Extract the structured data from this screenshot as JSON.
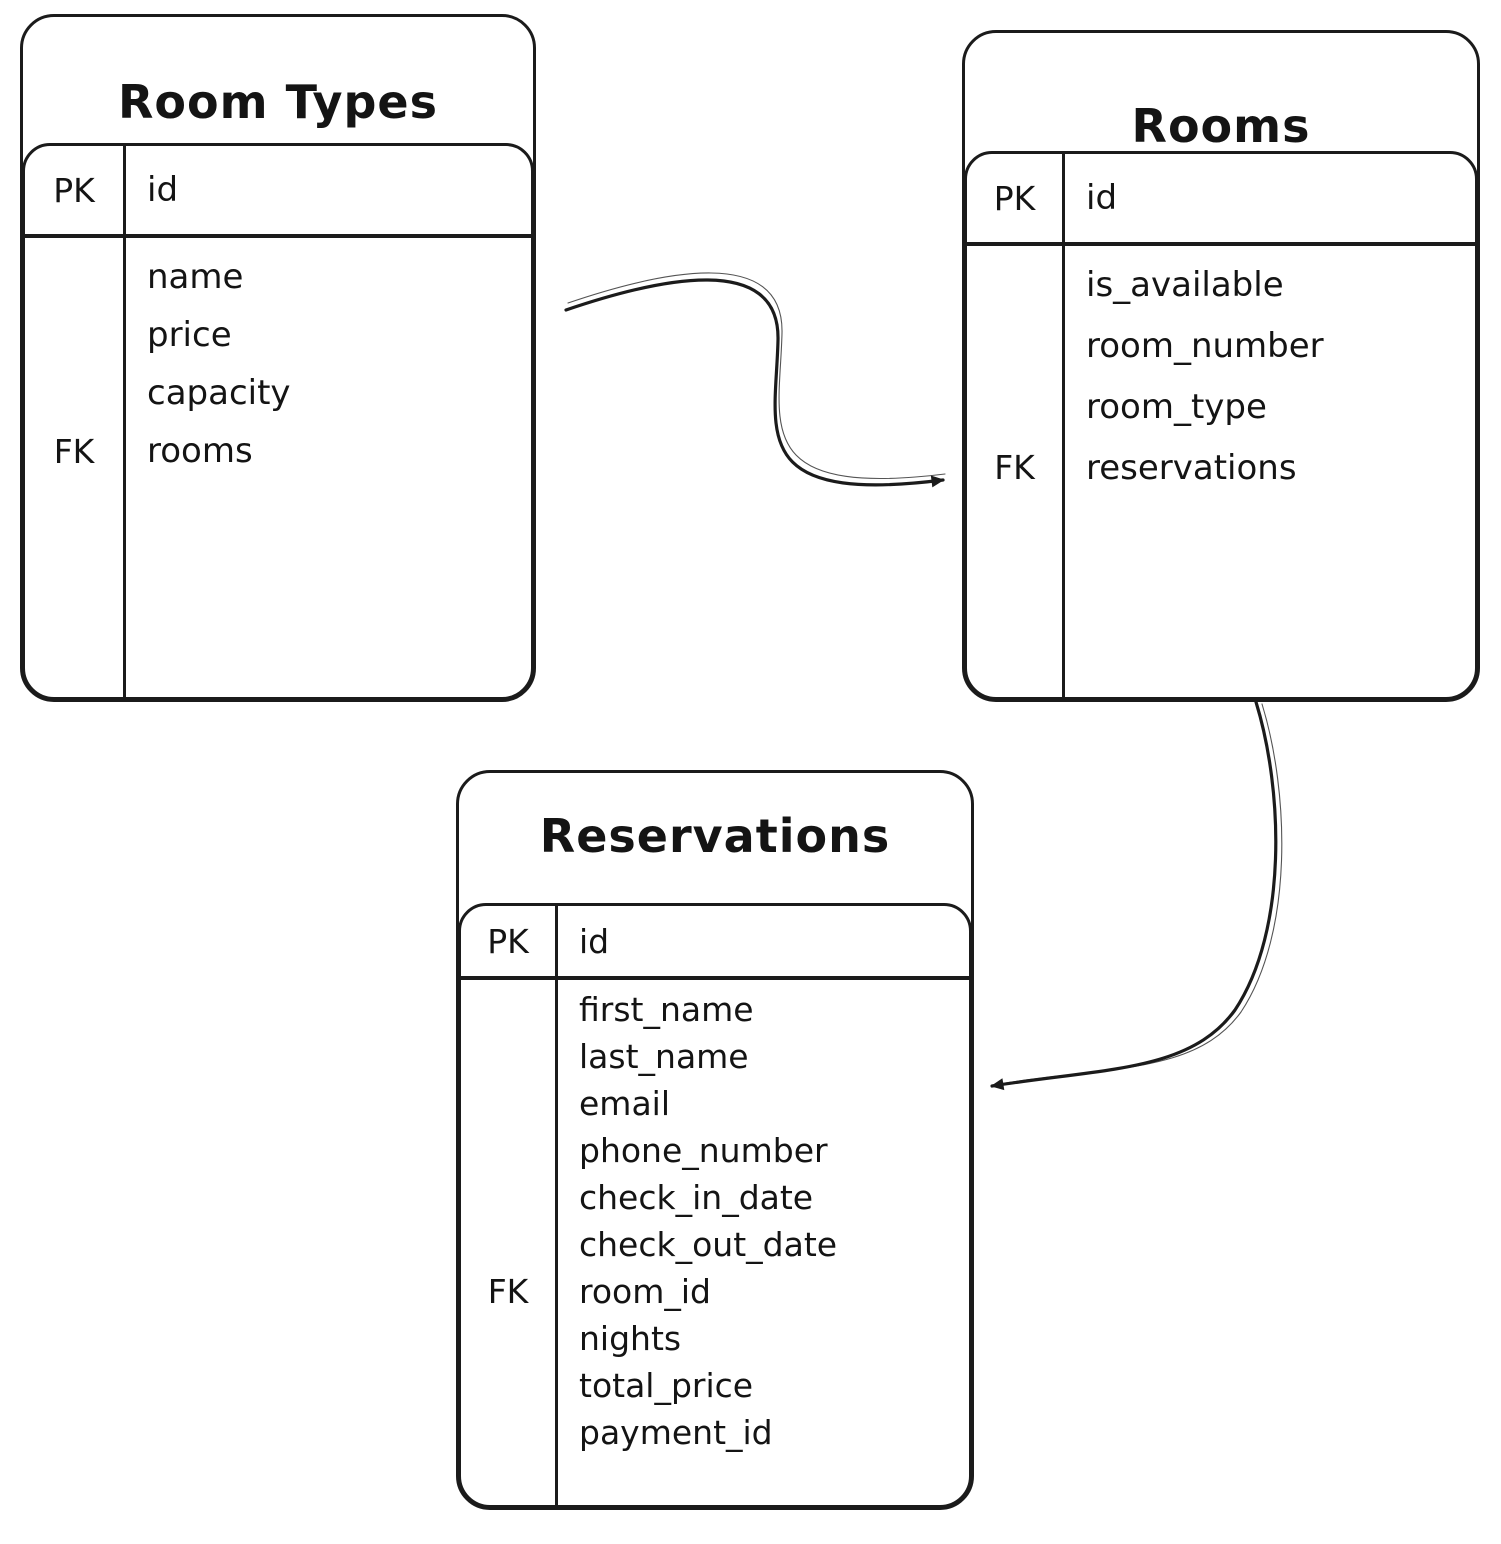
{
  "canvas": {
    "background_color": "#ffffff",
    "stroke_color": "#1b1b1b"
  },
  "entities": [
    {
      "id": "room_types",
      "title": "Room Types",
      "pk_row": {
        "key": "PK",
        "name": "id"
      },
      "rows": [
        {
          "key": "",
          "name": "name"
        },
        {
          "key": "",
          "name": "price"
        },
        {
          "key": "",
          "name": "capacity"
        },
        {
          "key": "FK",
          "name": "rooms"
        }
      ]
    },
    {
      "id": "rooms",
      "title": "Rooms",
      "pk_row": {
        "key": "PK",
        "name": "id"
      },
      "rows": [
        {
          "key": "",
          "name": "is_available"
        },
        {
          "key": "",
          "name": "room_number"
        },
        {
          "key": "",
          "name": "room_type"
        },
        {
          "key": "FK",
          "name": "reservations"
        }
      ]
    },
    {
      "id": "reservations",
      "title": "Reservations",
      "pk_row": {
        "key": "PK",
        "name": "id"
      },
      "rows": [
        {
          "key": "",
          "name": "first_name"
        },
        {
          "key": "",
          "name": "last_name"
        },
        {
          "key": "",
          "name": "email"
        },
        {
          "key": "",
          "name": "phone_number"
        },
        {
          "key": "",
          "name": "check_in_date"
        },
        {
          "key": "",
          "name": "check_out_date"
        },
        {
          "key": "FK",
          "name": "room_id"
        },
        {
          "key": "",
          "name": "nights"
        },
        {
          "key": "",
          "name": "total_price"
        },
        {
          "key": "",
          "name": "payment_id"
        }
      ]
    }
  ],
  "relationships": [
    {
      "from": "room_types",
      "to": "rooms"
    },
    {
      "from": "rooms",
      "to": "reservations"
    }
  ]
}
